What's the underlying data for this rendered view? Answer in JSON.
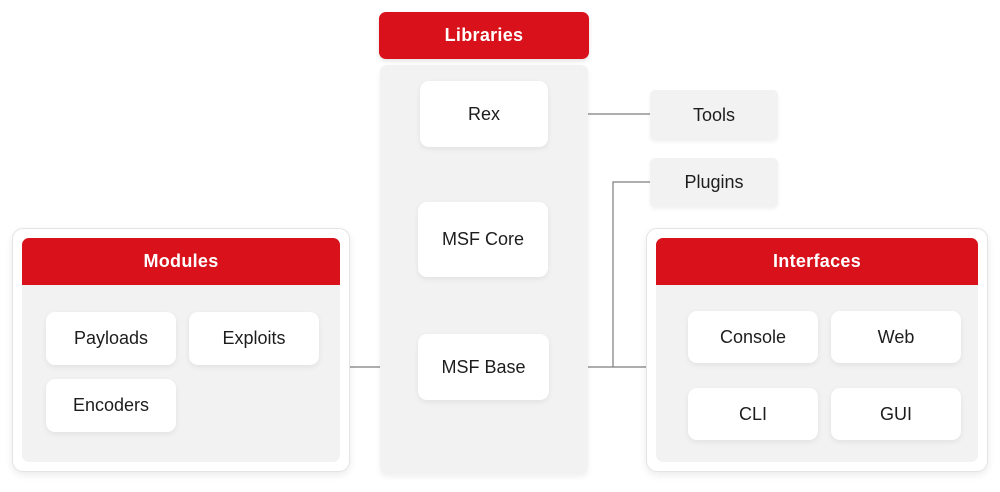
{
  "colors": {
    "accent_red": "#d8111a",
    "panel_gray": "#f2f2f2",
    "node_white": "#ffffff",
    "card_border": "#e4e4e4",
    "line_gray": "#7d7d7d",
    "arrow_dark": "#222222",
    "text_dark": "#1d1d1d"
  },
  "libraries": {
    "header": "Libraries",
    "items": [
      "Rex",
      "MSF Core",
      "MSF Base"
    ]
  },
  "modules": {
    "header": "Modules",
    "items": [
      "Payloads",
      "Exploits",
      "Encoders"
    ]
  },
  "interfaces": {
    "header": "Interfaces",
    "items": [
      "Console",
      "Web",
      "CLI",
      "GUI"
    ]
  },
  "standalone": {
    "tools": "Tools",
    "plugins": "Plugins"
  },
  "connections": [
    {
      "from": "Tools",
      "to": "Rex"
    },
    {
      "from": "Plugins",
      "to": "MSF Base"
    },
    {
      "from": "Modules",
      "to": "MSF Base"
    },
    {
      "from": "Interfaces",
      "to": "MSF Base"
    }
  ]
}
